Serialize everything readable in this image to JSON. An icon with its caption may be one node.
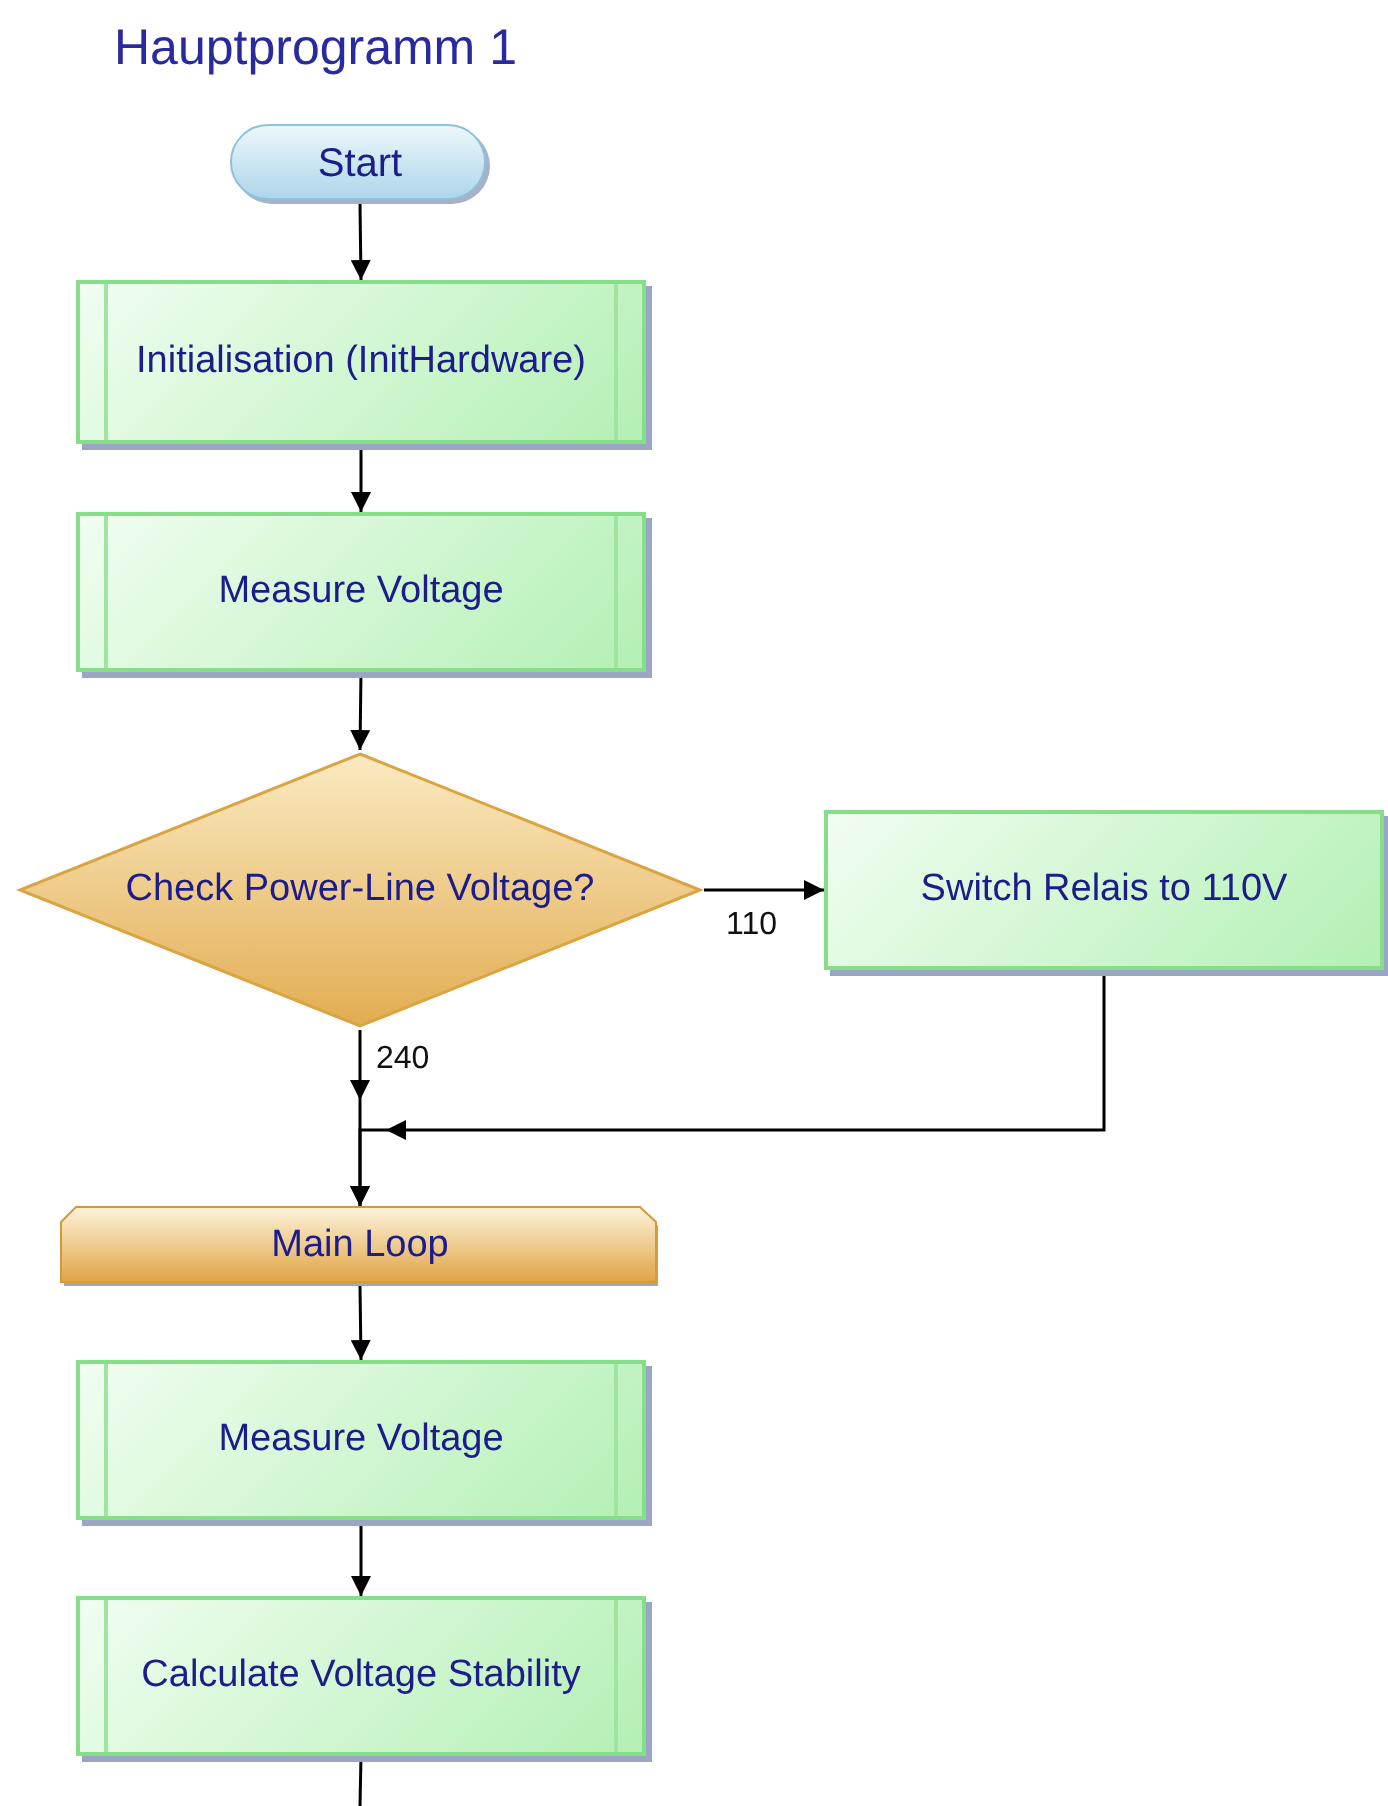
{
  "diagram": {
    "title": "Hauptprogramm 1",
    "nodes": [
      {
        "text": [
          "Start"
        ]
      },
      {
        "text": [
          "Initialisation (InitHardware)"
        ]
      },
      {
        "text": [
          "Measure Voltage"
        ]
      },
      {
        "text": [
          "Check Power-Line Voltage?"
        ]
      },
      {
        "text": [
          "Switch Relais to 110V"
        ]
      },
      {
        "text": [
          "Main Loop"
        ]
      },
      {
        "text": [
          "Measure Voltage"
        ]
      },
      {
        "text": [
          "Calculate Voltage Stability"
        ]
      }
    ],
    "edges": [
      {
        "from": 0,
        "to": 1,
        "arrow": "to"
      },
      {
        "from": 1,
        "to": 2,
        "arrow": "to"
      },
      {
        "from": 2,
        "to": 3,
        "arrow": "to"
      },
      {
        "from": 3,
        "to": 4,
        "arrow": "to",
        "label": "110"
      },
      {
        "from": 3,
        "to": 5,
        "arrow": "to",
        "label": "240"
      },
      {
        "from": 4,
        "to": 5,
        "arrow": "to"
      },
      {
        "from": 5,
        "to": 6,
        "arrow": "to"
      },
      {
        "from": 6,
        "to": 7,
        "arrow": "to"
      },
      {
        "from": 7,
        "to": null,
        "arrow": "none"
      }
    ]
  }
}
